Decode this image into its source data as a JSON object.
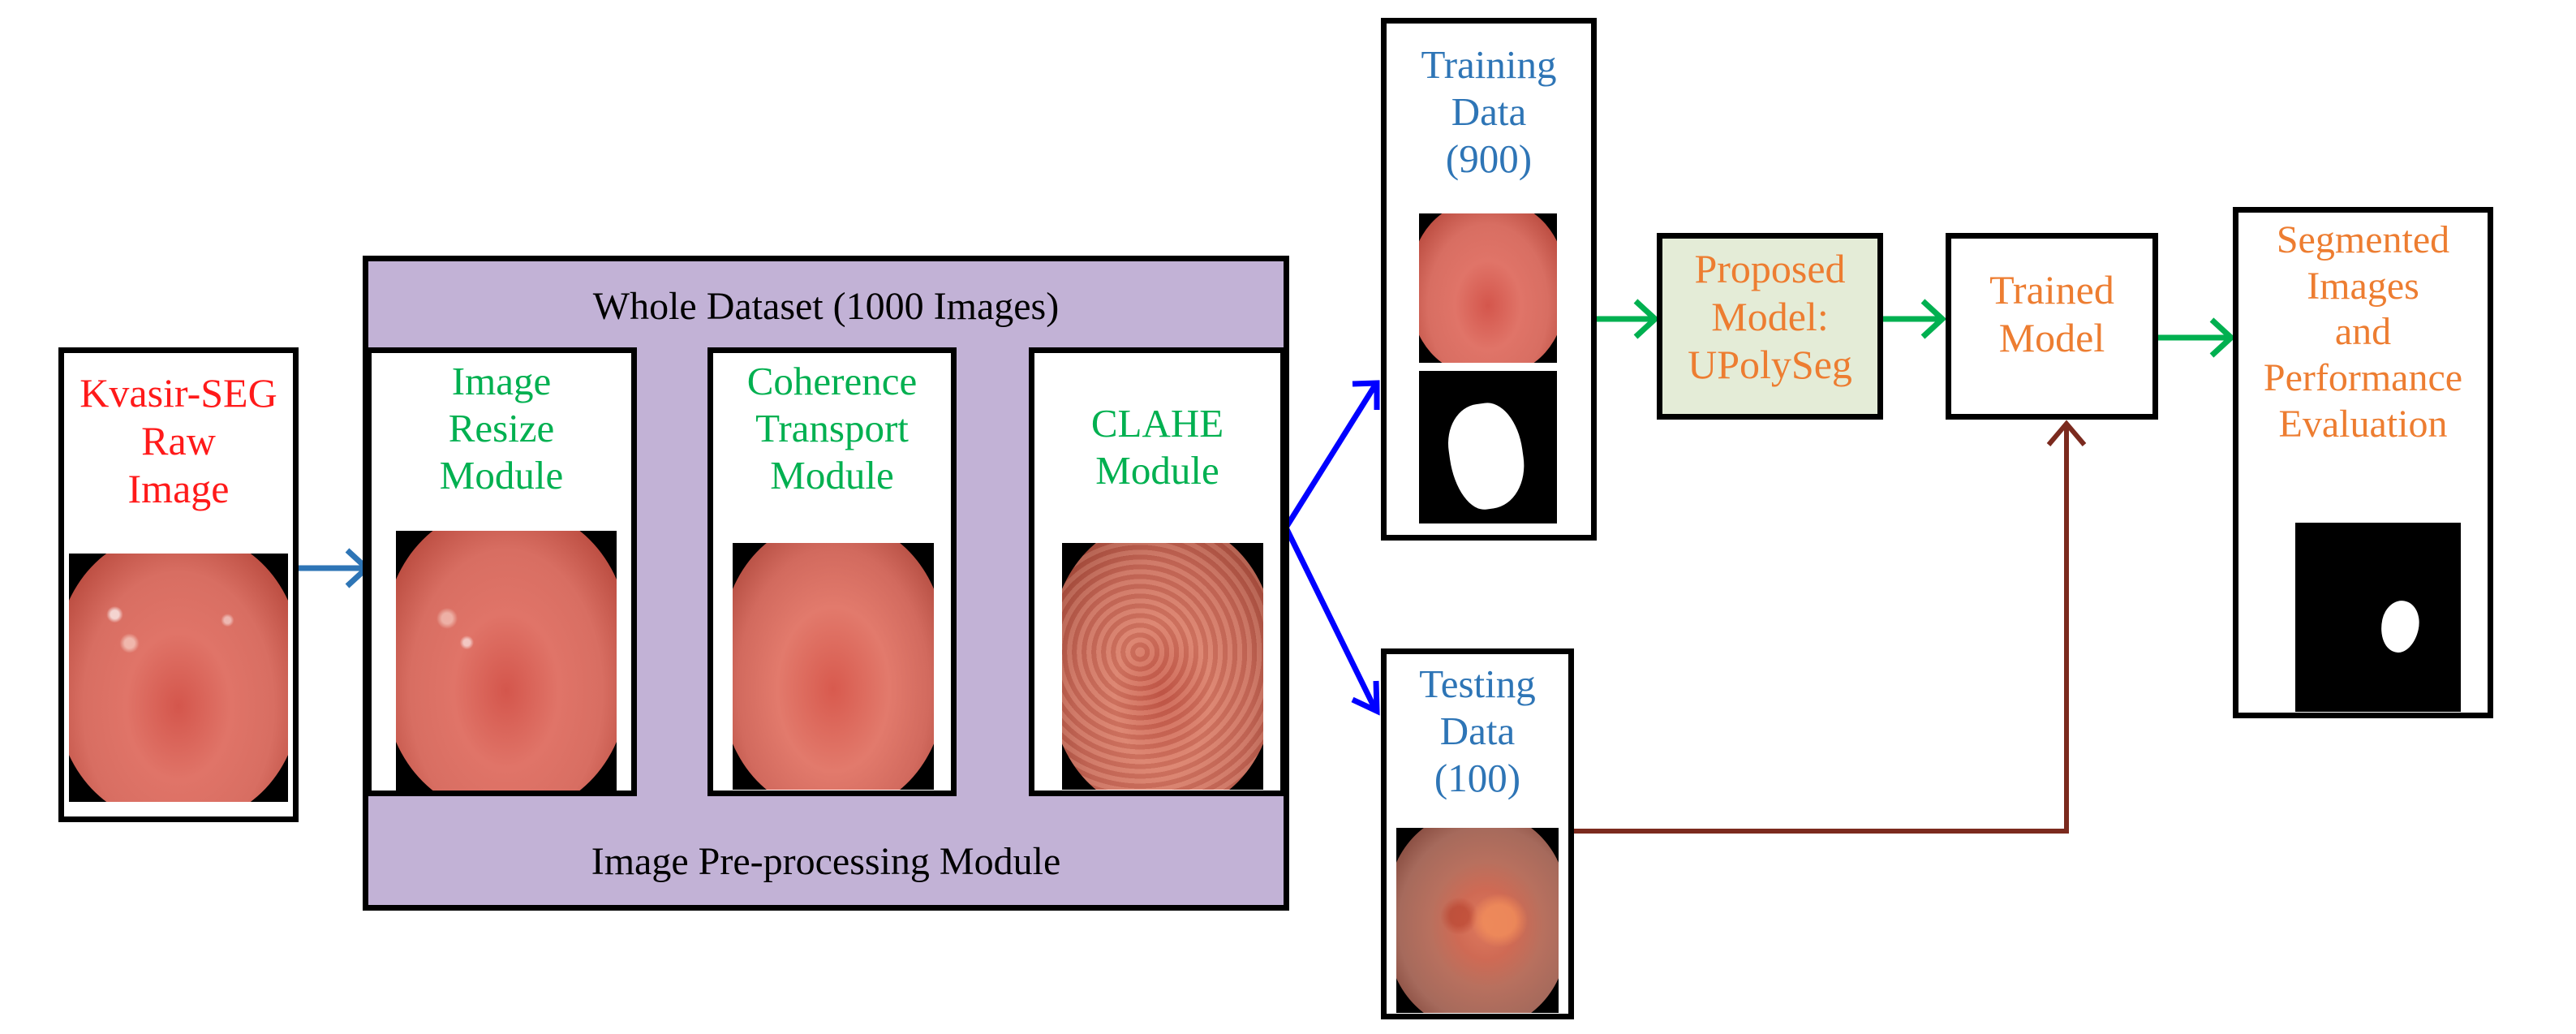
{
  "colors": {
    "raw_label": "#ff1a1a",
    "module_label": "#00b050",
    "data_label": "#2e75b6",
    "model_label": "#ed7d31",
    "preprocess_panel": "#c2b2d6",
    "model_panel": "#e4ecd7",
    "arrow_blue": "#2e75b6",
    "arrow_red": "#ff0000",
    "arrow_split": "#0000ff",
    "arrow_green": "#00b050",
    "arrow_test": "#7b2a1e"
  },
  "raw_image": {
    "label": "Kvasir-SEG\nRaw\nImage",
    "image": "endoscopy-photo"
  },
  "preprocessing": {
    "top_label": "Whole Dataset (1000 Images)",
    "bottom_label": "Image Pre-processing Module",
    "modules": [
      {
        "label": "Image\nResize\nModule",
        "image": "endoscopy-photo"
      },
      {
        "label": "Coherence\nTransport\nModule",
        "image": "endoscopy-photo"
      },
      {
        "label": "CLAHE\nModule",
        "image": "endoscopy-photo"
      }
    ]
  },
  "training_data": {
    "label": "Training\nData\n(900)",
    "image": "endoscopy-photo",
    "mask": "ground-truth-mask"
  },
  "testing_data": {
    "label": "Testing\nData\n(100)",
    "image": "endoscopy-photo"
  },
  "proposed_model": {
    "label": "Proposed\nModel:\nUPolySeg"
  },
  "trained_model": {
    "label": "Trained\nModel"
  },
  "output": {
    "label": "Segmented\nImages\nand\nPerformance\nEvaluation",
    "mask": "segmentation-mask"
  }
}
